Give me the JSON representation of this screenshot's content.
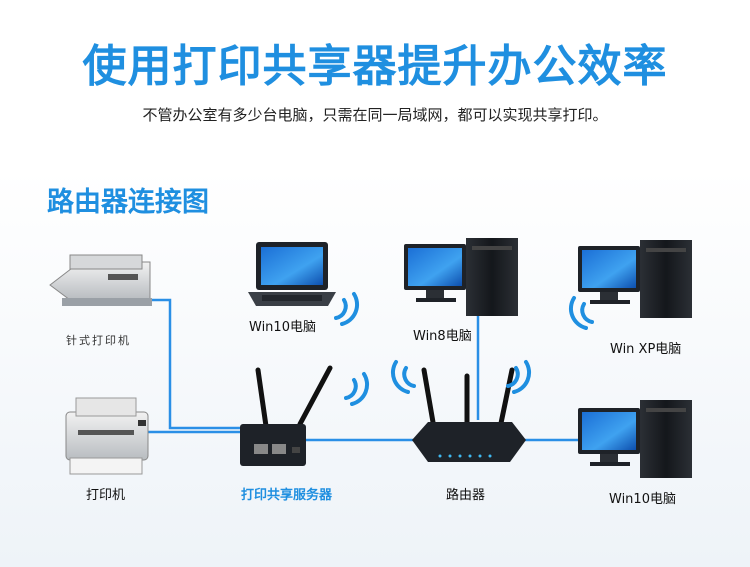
{
  "header": {
    "title": "使用打印共享器提升办公效率",
    "subtitle": "不管办公室有多少台电脑，只需在同一局域网，都可以实现共享打印。"
  },
  "section_title": "路由器连接图",
  "devices": {
    "dot_matrix_printer": "针式打印机",
    "printer": "打印机",
    "laptop": "Win10电脑",
    "print_server": "打印共享服务器",
    "router": "路由器",
    "win8_pc": "Win8电脑",
    "winxp_pc": "Win XP电脑",
    "win10_pc": "Win10电脑"
  },
  "colors": {
    "accent": "#1f8fe0",
    "wire": "#2a8fe6",
    "device_dark": "#1e2228"
  }
}
